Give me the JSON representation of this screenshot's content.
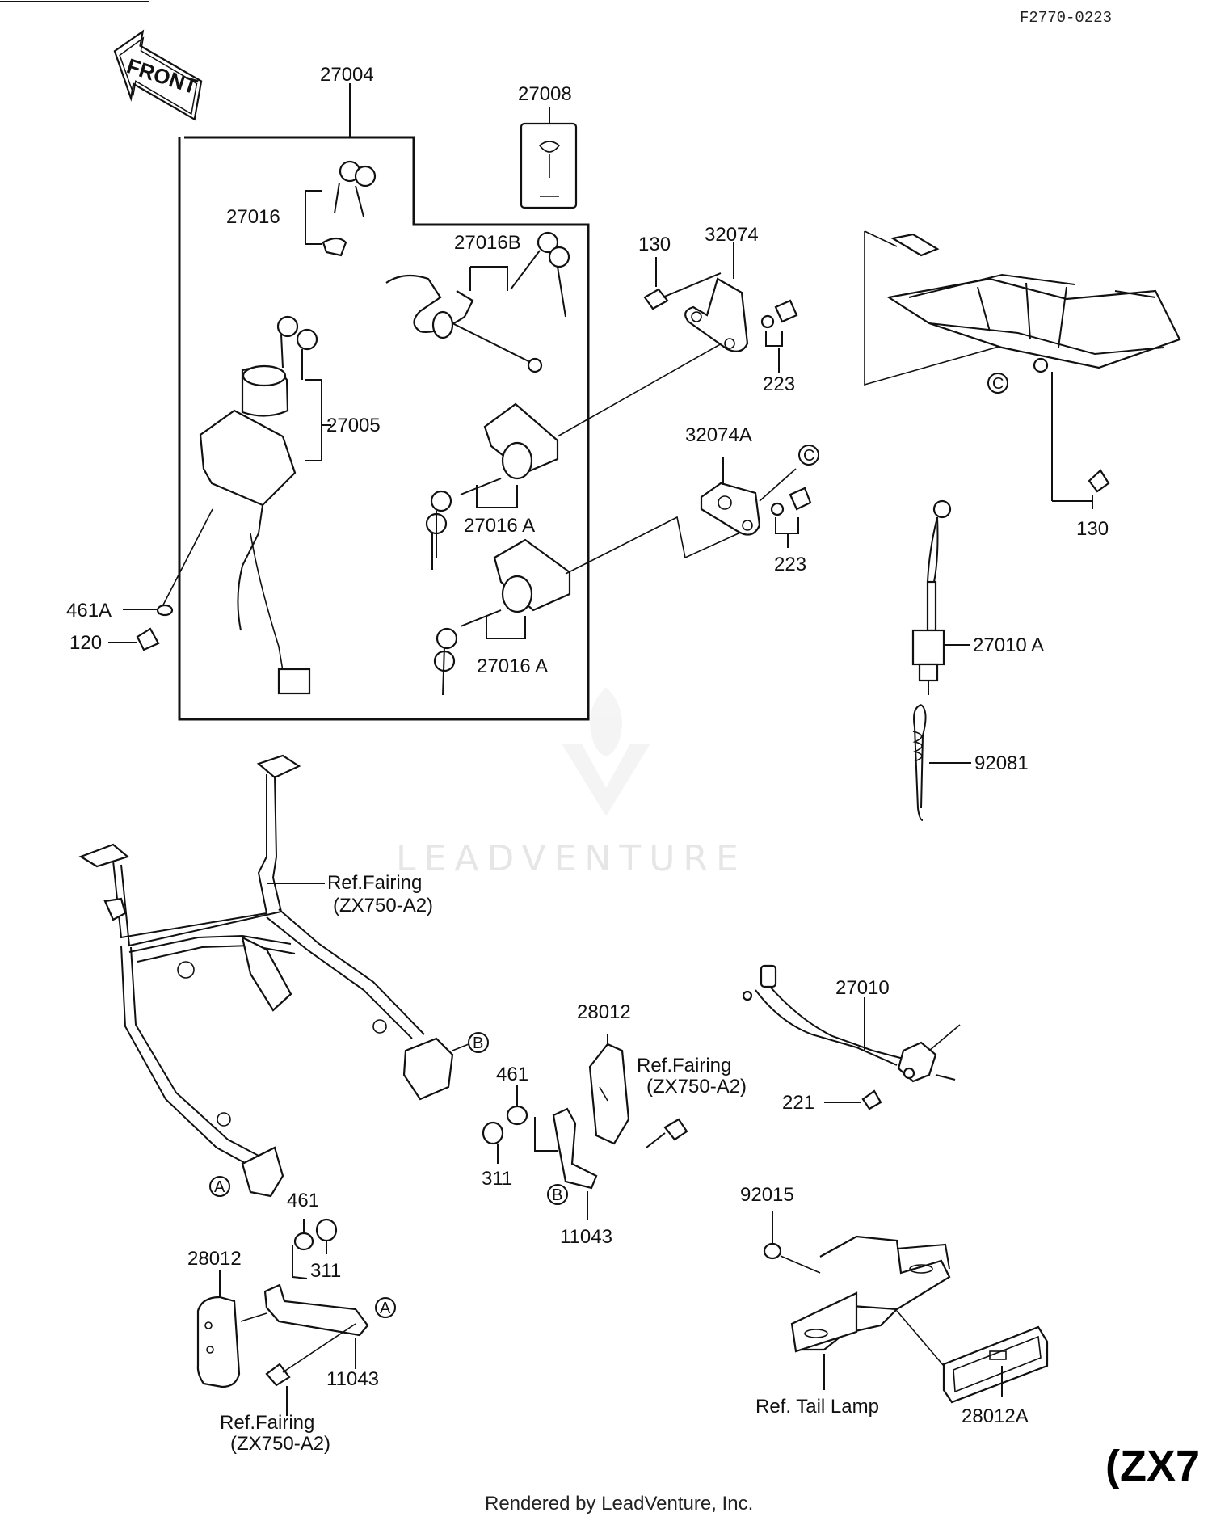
{
  "header": {
    "figure_code": "F2770-0223"
  },
  "front_arrow": {
    "label": "FRONT"
  },
  "model_partial": "(ZX7",
  "footer": {
    "rendered_by": "Rendered by LeadVenture, Inc."
  },
  "watermark": {
    "text": "LEADVENTURE",
    "icon": "leadventure-logo-icon"
  },
  "callouts": {
    "c27004": "27004",
    "c27008": "27008",
    "c27016": "27016",
    "c27016B": "27016B",
    "c130a": "130",
    "c32074": "32074",
    "c223a": "223",
    "c27005": "27005",
    "c27016Aa": "27016 A",
    "c27016Ab": "27016 A",
    "c32074A": "32074A",
    "c223b": "223",
    "c130b": "130",
    "c461A": "461A",
    "c120": "120",
    "c27010A": "27010 A",
    "c92081": "92081",
    "refFairing1a": "Ref.Fairing",
    "refFairing1b": "(ZX750-A2)",
    "c27010": "27010",
    "c221": "221",
    "c28012a": "28012",
    "refFairing2a": "Ref.Fairing",
    "refFairing2b": "(ZX750-A2)",
    "c461a": "461",
    "c311a": "311",
    "c11043a": "11043",
    "c92015": "92015",
    "c461b": "461",
    "c311b": "311",
    "c28012b": "28012",
    "c11043b": "11043",
    "refFairing3a": "Ref.Fairing",
    "refFairing3b": "(ZX750-A2)",
    "refTailLamp": "Ref. Tail Lamp",
    "c28012A": "28012A"
  },
  "ref_markers": {
    "A": "A",
    "B": "B",
    "C": "C"
  }
}
